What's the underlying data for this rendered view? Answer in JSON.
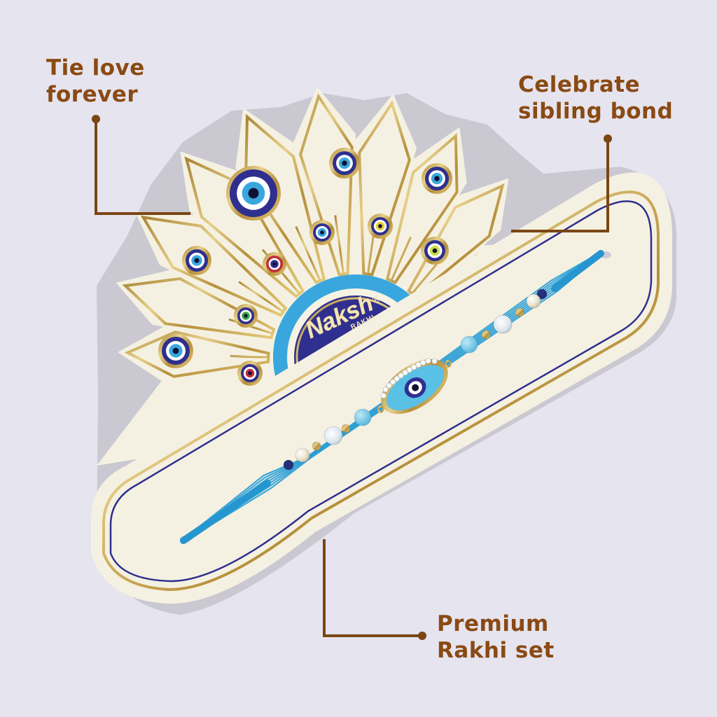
{
  "callouts": {
    "top_left": {
      "line1": "Tie love",
      "line2": "forever"
    },
    "top_right": {
      "line1": "Celebrate",
      "line2": "sibling bond"
    },
    "bottom_right": {
      "line1": "Premium",
      "line2": "Rakhi set"
    }
  },
  "brand": {
    "name": "Naksh",
    "registered": "®",
    "sub": "RAKHI"
  },
  "colors": {
    "background": "#e6e4ee",
    "card": "#f5f1e2",
    "gold": "#c9a74a",
    "navy": "#2f2f8f",
    "sky": "#39a7de",
    "thread": "#2a9fd6",
    "callout_text": "#8a4a14",
    "callout_line": "#7a4614"
  },
  "icons": [
    "evil-eye-icon",
    "pearl-bead-icon",
    "crystal-bead-icon"
  ]
}
